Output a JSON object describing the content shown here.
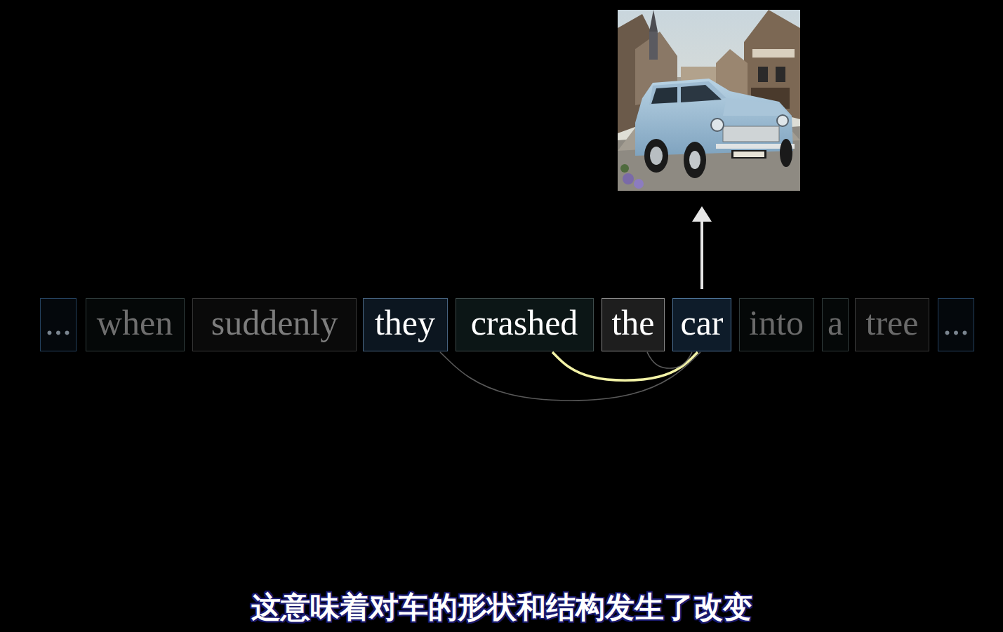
{
  "diagram": {
    "caption": "这意味着对车的形状和结构发生了改变",
    "nodes": [
      {
        "text": [
          "..."
        ]
      },
      {
        "text": [
          "when"
        ]
      },
      {
        "text": [
          "suddenly"
        ]
      },
      {
        "text": [
          "they"
        ]
      },
      {
        "text": [
          "crashed"
        ]
      },
      {
        "text": [
          "the"
        ]
      },
      {
        "text": [
          "car"
        ]
      },
      {
        "text": [
          "into"
        ]
      },
      {
        "text": [
          "a"
        ]
      },
      {
        "text": [
          "tree"
        ]
      },
      {
        "text": [
          "..."
        ]
      }
    ],
    "edges": [
      {
        "from": 6,
        "to": 4,
        "arrow": "none"
      },
      {
        "from": 6,
        "to": 3,
        "arrow": "none"
      },
      {
        "from": 6,
        "to": 5,
        "arrow": "none"
      }
    ]
  }
}
